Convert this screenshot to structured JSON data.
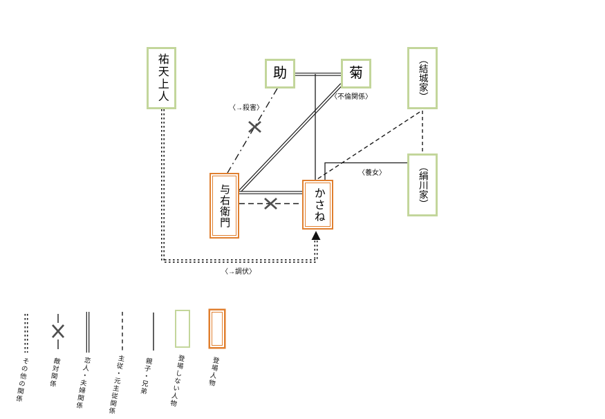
{
  "diagram": {
    "title_hidden": "",
    "nodes": [
      {
        "id": "yuten",
        "label": "祐天上人",
        "type": "登場しない人物"
      },
      {
        "id": "suke",
        "label": "助",
        "type": "登場しない人物"
      },
      {
        "id": "kiku",
        "label": "菊",
        "type": "登場しない人物"
      },
      {
        "id": "yukike",
        "label": "（結城家）",
        "type": "登場しない人物"
      },
      {
        "id": "kinugawake",
        "label": "（絹川家）",
        "type": "登場しない人物"
      },
      {
        "id": "yoemon",
        "label": "与右衛門",
        "type": "登場人物"
      },
      {
        "id": "kasane",
        "label": "かさね",
        "type": "登場人物"
      }
    ],
    "labels": {
      "satsugai": "〈→殺害〉",
      "furin": "〈不倫関係〉",
      "yojo": "〈養女〉",
      "chobuku": "〈→調伏〉"
    },
    "relationships": [
      {
        "from": "助",
        "to": "菊",
        "type": "恋人・夫婦関係"
      },
      {
        "from": "助・菊",
        "to": "かさね",
        "type": "親子・兄弟"
      },
      {
        "from": "菊",
        "to": "与右衛門",
        "type": "恋人・夫婦関係",
        "note": "〈不倫関係〉"
      },
      {
        "from": "助",
        "to": "与右衛門",
        "type": "敵対関係",
        "note": "〈→殺害〉"
      },
      {
        "from": "与右衛門",
        "to": "かさね",
        "type": "恋人・夫婦関係"
      },
      {
        "from": "与右衛門",
        "to": "かさね",
        "type": "敵対関係"
      },
      {
        "from": "祐天上人",
        "to": "かさね",
        "type": "その他の関係",
        "note": "〈→調伏〉"
      },
      {
        "from": "（結城家）",
        "to": "（絹川家）",
        "type": "主従・元主従関係"
      },
      {
        "from": "（結城家）",
        "to": "かさね",
        "type": "主従・元主従関係"
      },
      {
        "from": "（絹川家）",
        "to": "かさね",
        "type": "親子・兄弟",
        "note": "〈養女〉"
      }
    ]
  },
  "legend": {
    "items": [
      {
        "symbol": "dotted-double-line",
        "label": "その他の関係"
      },
      {
        "symbol": "line-with-x",
        "label": "敵対関係"
      },
      {
        "symbol": "double-line",
        "label": "恋人・夫婦関係"
      },
      {
        "symbol": "dashed-line",
        "label": "主従・元主従関係"
      },
      {
        "symbol": "solid-line",
        "label": "親子・兄弟"
      },
      {
        "symbol": "green-box",
        "label": "登場しない人物"
      },
      {
        "symbol": "orange-box",
        "label": "登場人物"
      }
    ]
  },
  "colors": {
    "absent_border": "#c3d69b",
    "present_border": "#e07f2f",
    "line": "#1a1a1a",
    "x_mark": "#4f4f4f",
    "background": "#ffffff"
  }
}
